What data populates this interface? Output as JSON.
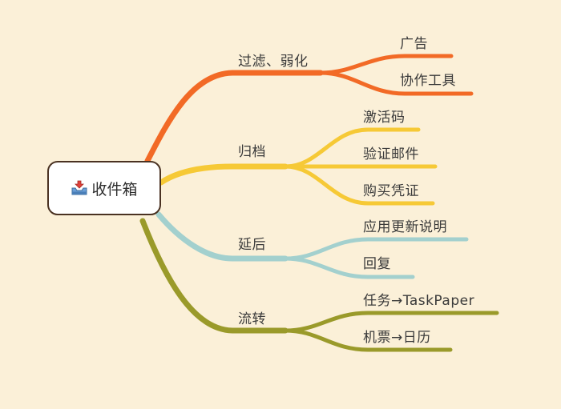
{
  "root": {
    "label": "收件箱",
    "icon": "inbox-tray-icon"
  },
  "colors": {
    "orange": "#f26a26",
    "yellow": "#f6c936",
    "teal": "#a3d0ce",
    "olive": "#9a9a2a"
  },
  "branches": [
    {
      "label": "过滤、弱化",
      "color": "orange",
      "children": [
        "广告",
        "协作工具"
      ]
    },
    {
      "label": "归档",
      "color": "yellow",
      "children": [
        "激活码",
        "验证邮件",
        "购买凭证"
      ]
    },
    {
      "label": "延后",
      "color": "teal",
      "children": [
        "应用更新说明",
        "回复"
      ]
    },
    {
      "label": "流转",
      "color": "olive",
      "children": [
        "任务→TaskPaper",
        "机票→日历"
      ]
    }
  ]
}
